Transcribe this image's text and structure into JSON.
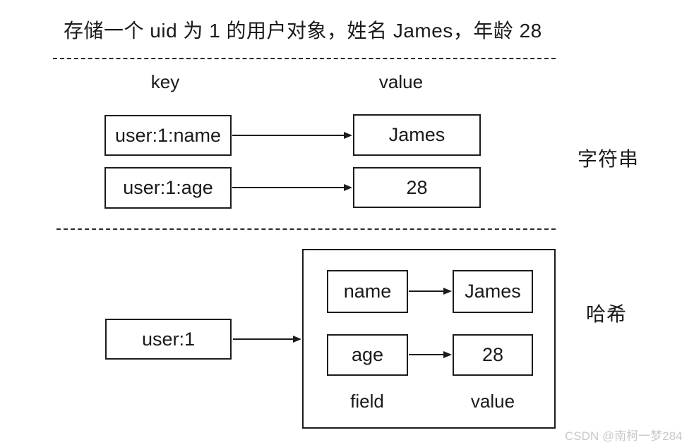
{
  "title": "存储一个 uid 为 1 的用户对象，姓名 James，年龄 28",
  "string_section": {
    "key_header": "key",
    "value_header": "value",
    "rows": [
      {
        "key": "user:1:name",
        "value": "James"
      },
      {
        "key": "user:1:age",
        "value": "28"
      }
    ],
    "type_label": "字符串"
  },
  "hash_section": {
    "key": "user:1",
    "rows": [
      {
        "field": "name",
        "value": "James"
      },
      {
        "field": "age",
        "value": "28"
      }
    ],
    "field_header": "field",
    "value_header": "value",
    "type_label": "哈希"
  },
  "watermark": "CSDN @南柯一梦284",
  "colors": {
    "background": "#ffffff",
    "line": "#1c1c1c",
    "text": "#1a1a1a",
    "watermark": "#c9c9c9"
  }
}
